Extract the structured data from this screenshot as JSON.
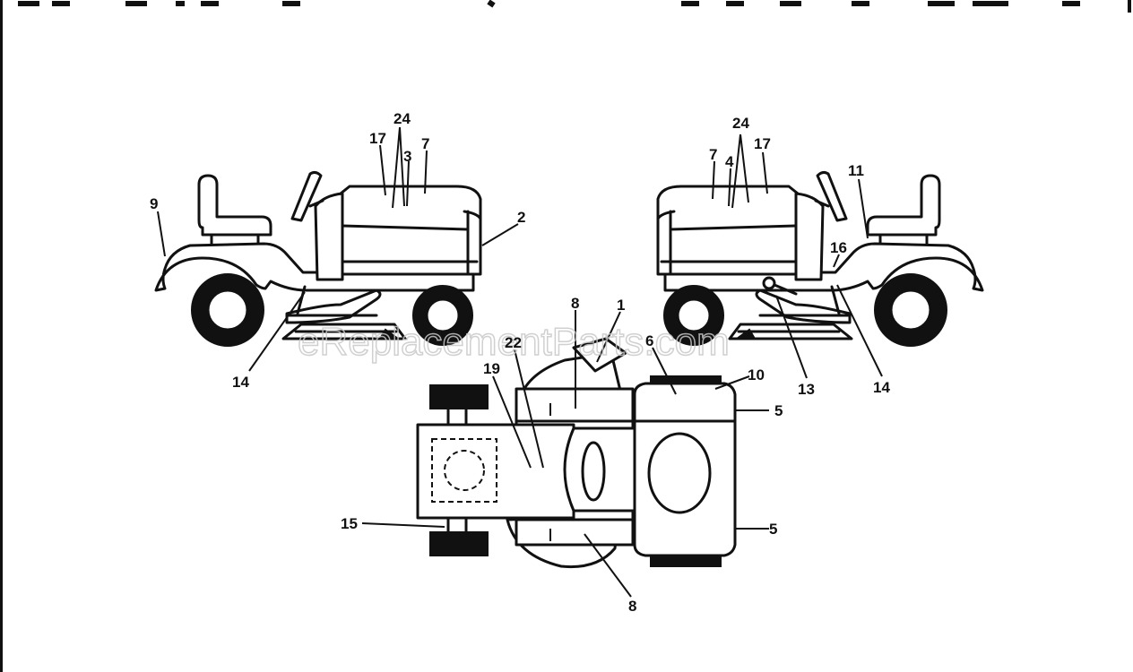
{
  "watermark": "eReplacementParts.com",
  "callouts": {
    "left_view": {
      "c24": "24",
      "c17": "17",
      "c3": "3",
      "c7": "7",
      "c9": "9",
      "c2": "2",
      "c14": "14"
    },
    "right_view": {
      "c24": "24",
      "c7": "7",
      "c4": "4",
      "c17": "17",
      "c11": "11",
      "c16": "16",
      "c13": "13",
      "c14": "14"
    },
    "top_view": {
      "c8_top": "8",
      "c1": "1",
      "c22": "22",
      "c19": "19",
      "c6": "6",
      "c10": "10",
      "c5_upper": "5",
      "c5_lower": "5",
      "c15": "15",
      "c8_bottom": "8"
    }
  }
}
